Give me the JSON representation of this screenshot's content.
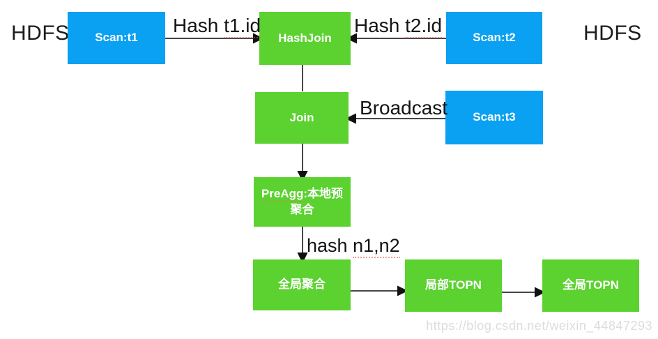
{
  "diagram_title": "query execution plan diagram",
  "colors": {
    "scan_node_blue": "#0aa1f2",
    "operator_node_green": "#5bd22f",
    "edge_line": "#474747",
    "watermark_gray": "#dcdcdc",
    "text_dark": "#141414"
  },
  "hdfs_left": "HDFS",
  "hdfs_right": "HDFS",
  "nodes": {
    "scan_t1": {
      "label": "Scan:t1"
    },
    "hashjoin": {
      "label": "HashJoin"
    },
    "scan_t2": {
      "label": "Scan:t2"
    },
    "join": {
      "label": "Join"
    },
    "scan_t3": {
      "label": "Scan:t3"
    },
    "preagg": {
      "marked": "PreAgg",
      "plain": ":本地预聚合"
    },
    "global_agg": {
      "label": "全局聚合"
    },
    "local_topn": {
      "label": "局部TOPN"
    },
    "global_topn": {
      "label": "全局TOPN"
    }
  },
  "edge_labels": {
    "t1": {
      "plain": "Hash ",
      "marked": "t1.id"
    },
    "t2": {
      "plain": "Hash ",
      "marked": "t2.id"
    },
    "broadcast": {
      "plain": "Broadcast",
      "marked": ""
    },
    "n1n2": {
      "plain": "hash ",
      "marked": "n1,n2"
    }
  },
  "watermark": "https://blog.csdn.net/weixin_44847293"
}
